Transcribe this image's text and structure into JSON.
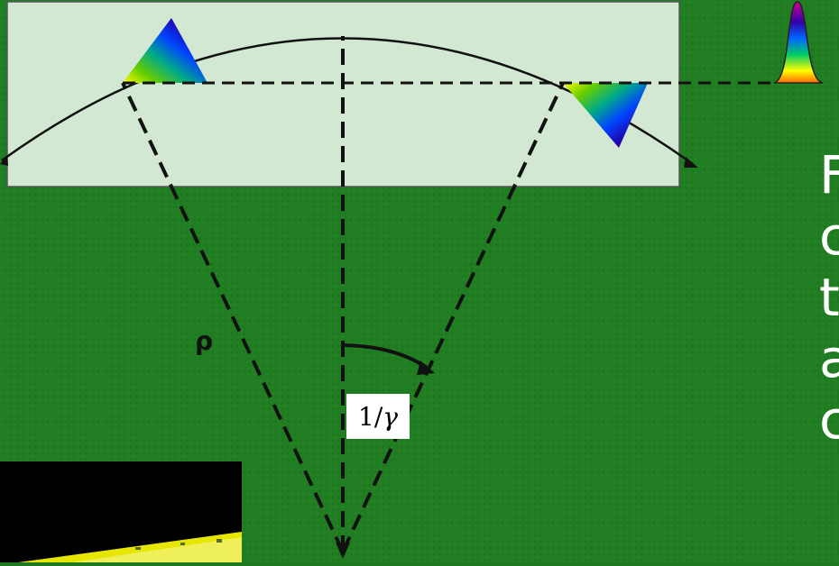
{
  "diagram": {
    "rho_label": "ρ",
    "angle_label": {
      "numerator": "1/",
      "symbol": "γ"
    }
  },
  "side_text": {
    "lines": [
      "F",
      "c",
      "t",
      "a",
      "c"
    ]
  },
  "colors": {
    "background": "#1f7a1f",
    "panel": "#d2e8d2",
    "line": "#111111",
    "text": "#ffffff"
  }
}
